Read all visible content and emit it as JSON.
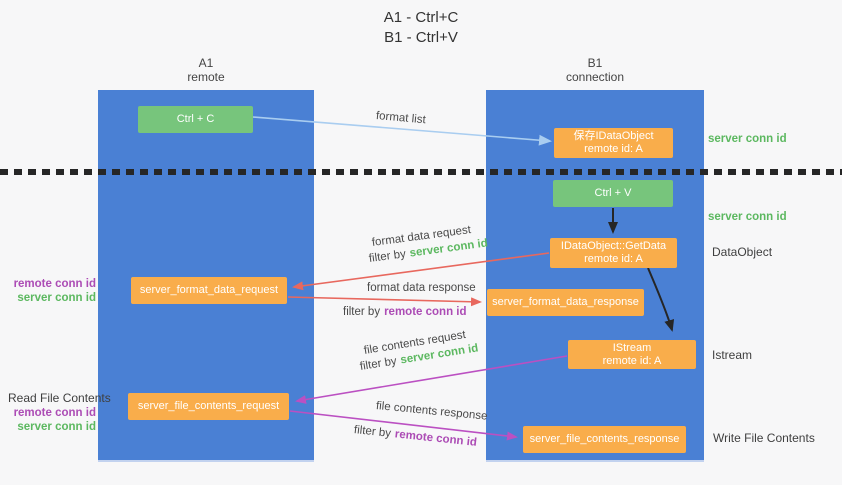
{
  "title": {
    "line1": "A1 - Ctrl+C",
    "line2": "B1 - Ctrl+V"
  },
  "lifelines": {
    "a1": {
      "name": "A1",
      "role": "remote"
    },
    "b1": {
      "name": "B1",
      "role": "connection"
    }
  },
  "boxes": {
    "ctrl_c": {
      "label": "Ctrl + C"
    },
    "save_idataobject": {
      "line1": "保存IDataObject",
      "line2": "remote id: A"
    },
    "ctrl_v": {
      "label": "Ctrl + V"
    },
    "idataobject_getdata": {
      "line1": "IDataObject::GetData",
      "line2": "remote id: A"
    },
    "server_format_data_request": {
      "label": "server_format_data_request"
    },
    "server_format_data_response": {
      "label": "server_format_data_response"
    },
    "istream": {
      "line1": "IStream",
      "line2": "remote id: A"
    },
    "server_file_contents_request": {
      "label": "server_file_contents_request"
    },
    "server_file_contents_response": {
      "label": "server_file_contents_response"
    }
  },
  "annotations": {
    "server_conn_id_right_top": "server conn id",
    "server_conn_id_right_mid": "server conn id",
    "dataobject_right": "DataObject",
    "istream_right": "Istream",
    "write_file_contents_right": "Write File Contents",
    "read_file_contents_left": "Read File Contents",
    "remote_conn_id_left_top": "remote conn id",
    "server_conn_id_left_top": "server conn id",
    "remote_conn_id_left_bottom": "remote conn id",
    "server_conn_id_left_bottom": "server conn id"
  },
  "arrows": {
    "format_list": {
      "label": "format list"
    },
    "format_data_request": {
      "label": "format data request",
      "filter_prefix": "filter by",
      "filter_key": "server conn id"
    },
    "format_data_response": {
      "label": "format data response",
      "filter_prefix": "filter by",
      "filter_key": "remote conn id"
    },
    "file_contents_request": {
      "label": "file contents request",
      "filter_prefix": "filter by",
      "filter_key": "server conn id"
    },
    "file_contents_response": {
      "label": "file contents response",
      "filter_prefix": "filter by",
      "filter_key": "remote conn id"
    }
  },
  "colors": {
    "lifeline_blue": "#4a80d4",
    "box_green": "#77c57c",
    "box_orange": "#f9ad4b",
    "arrow_light_blue": "#a9cdf0",
    "arrow_red": "#e8685e",
    "arrow_magenta": "#bb50c2",
    "arrow_black": "#262626",
    "text_green": "#5cb860",
    "text_purple": "#ac4cb5",
    "background": "#f7f7f8"
  }
}
